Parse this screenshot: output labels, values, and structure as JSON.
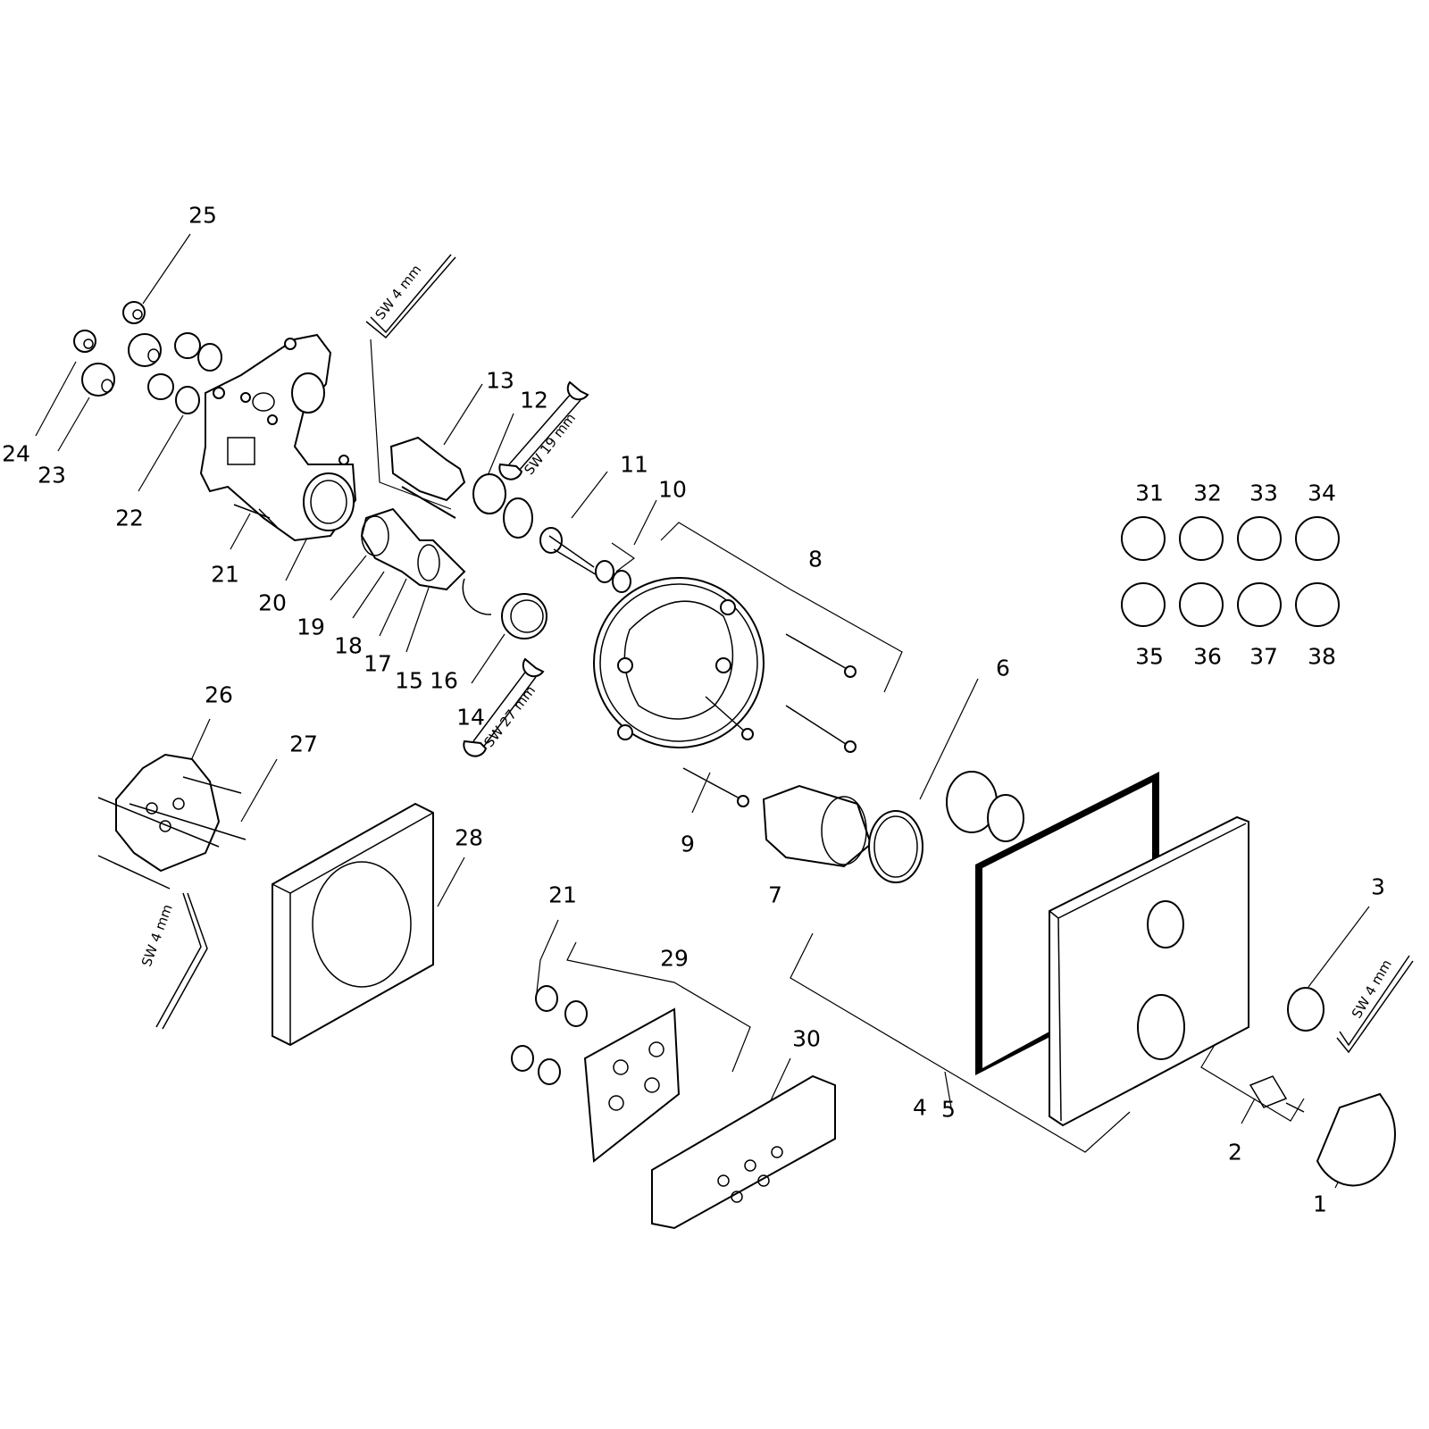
{
  "diagram": {
    "part_labels": {
      "p1": "1",
      "p2": "2",
      "p3": "3",
      "p4": "4",
      "p5": "5",
      "p6": "6",
      "p7": "7",
      "p8": "8",
      "p9": "9",
      "p10": "10",
      "p11": "11",
      "p12": "12",
      "p13": "13",
      "p14": "14",
      "p15": "15",
      "p16": "16",
      "p17": "17",
      "p18": "18",
      "p19": "19",
      "p20": "20",
      "p21a": "21",
      "p21b": "21",
      "p22": "22",
      "p23": "23",
      "p24": "24",
      "p25": "25",
      "p26": "26",
      "p27": "27",
      "p28": "28",
      "p29": "29",
      "p30": "30",
      "p31": "31",
      "p32": "32",
      "p33": "33",
      "p34": "34",
      "p35": "35",
      "p36": "36",
      "p37": "37",
      "p38": "38"
    },
    "tool_labels": {
      "hex_key_top": "SW 4 mm",
      "wrench_19": "SW 19 mm",
      "wrench_27": "SW 27 mm",
      "hex_key_left": "SW 4 mm",
      "hex_key_right": "SW 4 mm"
    }
  }
}
